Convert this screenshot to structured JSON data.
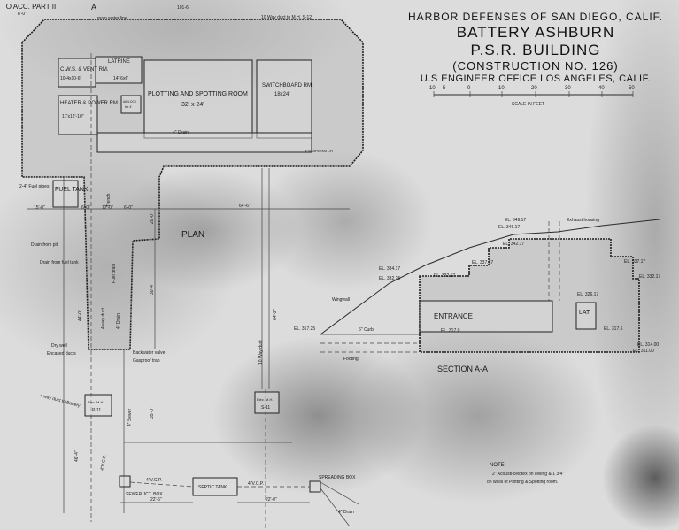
{
  "title_block": {
    "line1": "HARBOR DEFENSES OF SAN DIEGO, CALIF.",
    "line2": "BATTERY ASHBURN",
    "line3": "P.S.R. BUILDING",
    "line4": "(CONSTRUCTION NO. 126)",
    "line5": "U.S ENGINEER OFFICE LOS ANGELES, CALIF.",
    "scale_ticks": [
      "10",
      "5",
      "0",
      "10",
      "20",
      "30",
      "40",
      "50"
    ],
    "scale_label": "SCALE IN FEET"
  },
  "top_left": {
    "reference": "TO ACC. PART II",
    "section_marker": "A",
    "water_line": "main water line",
    "duct_note": "10 Way duct to M.H. S-12",
    "dim_top": "101-6'",
    "dim_left": "8'-0\""
  },
  "plan": {
    "label": "PLAN",
    "rooms": [
      {
        "name": "C.W.S. & VENT RM.",
        "size": "10-4x10-6\""
      },
      {
        "name": "LATRINE",
        "size": "14'-6x6'"
      },
      {
        "name": "HEATER & POWER RM.",
        "size": "17'x12'-10\""
      },
      {
        "name": "PLOTTING AND SPOTTING ROOM",
        "size": "32' x 24'"
      },
      {
        "name": "SWITCHBOARD RM.",
        "size": "18x24'"
      },
      {
        "name": "AIRLOCK",
        "size": "6'x 4'"
      },
      {
        "name": "ESCAPE HATCH",
        "size": ""
      }
    ],
    "fuel_tank": "FUEL TANK",
    "fuel_pipes": "2-4\" Fuel pipes",
    "drain_4": "4\" Drain",
    "trench": "Trench",
    "dims": [
      "15'-0\"",
      "6'-0\"",
      "12'-0\"",
      "6'-0\"",
      "64'-6\"",
      "20'-0\"",
      "30'-4\"",
      "44'-0\"",
      "64'-2\"",
      "35'-0\"",
      "46'-4\"",
      "22'-6\"",
      "22'-0\""
    ],
    "notes": {
      "drain_from_pit": "Drain from pit",
      "drain_from_fuel": "Drain from fuel tank",
      "dry_well": "Dry well",
      "encased": "Encased ducts",
      "four_way_duct": "4 way duct",
      "fuel_drain": "Fuel drain",
      "drain4b": "4\" Drain",
      "backwater": "Backwater valve",
      "gasproof": "Gasproof trap",
      "four_way_battery": "4 way duct to Battery",
      "ten_way": "10 Way duct",
      "sewer4": "4\" Sewer",
      "vcp4": "4\"V.C.P.",
      "vcp4b": "4\"V.C.P.",
      "vcp4c": "4\"V.C.P."
    },
    "manholes": [
      {
        "label": "Elec. M.H.",
        "id": "P-11"
      },
      {
        "label": "Elec. M.H.",
        "id": "S-11"
      }
    ],
    "sewer_box": "SEWER JCT. BOX",
    "septic_tank": "SEPTIC TANK",
    "spreading_box": "SPREADING BOX",
    "drain_out": "4\" Drain"
  },
  "section": {
    "label": "SECTION A-A",
    "entrance": "ENTRANCE",
    "lat": "LAT.",
    "wingwall": "Wingwall",
    "footing": "Footing",
    "curb": "6\" Curb",
    "exhaust": "Exhaust housing",
    "elevations": [
      "EL. 349.17",
      "EL. 346.17",
      "EL. 342.17",
      "EL. 337.17",
      "EL. 334.17",
      "EL. 332.25",
      "EL. 332.17",
      "EL. 317.25",
      "EL. 317.0",
      "EL. 326.17",
      "EL. 317.5",
      "EL. 337.17",
      "EL. 332.17",
      "EL. 314.00",
      "EL. 311.00"
    ]
  },
  "note": {
    "heading": "NOTE:",
    "line1": "2\" Acousti-celotex on ceiling & 1 3/4\"",
    "line2": "on walls of Plotting & Spotting room."
  }
}
